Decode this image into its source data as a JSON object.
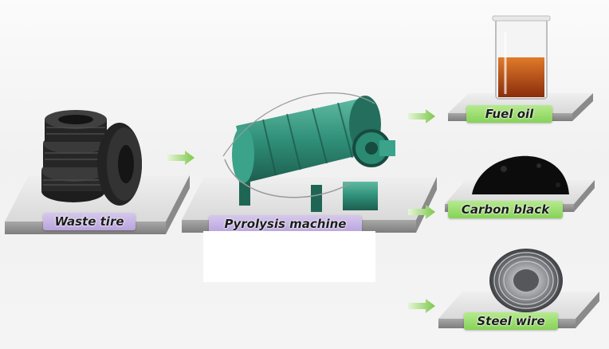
{
  "labels": {
    "waste_tire": "Waste tire",
    "pyrolysis_machine": "Pyrolysis machine",
    "fuel_oil": "Fuel oil",
    "carbon_black": "Carbon black",
    "steel_wire": "Steel wire"
  },
  "colors": {
    "platform_top": "#e6e6e6",
    "platform_side": "#9a9a9a",
    "label_purple": "#c4b3e4",
    "label_green": "#98dc6a",
    "machine_teal": "#2f8f78",
    "oil": "#c0571c",
    "arrow_green": "#9bd66b"
  },
  "icons": [
    "tire-stack-image",
    "pyrolysis-reactor-image",
    "oil-beaker-image",
    "carbon-black-pile-image",
    "steel-wire-coil-image",
    "flow-arrow-icon"
  ]
}
